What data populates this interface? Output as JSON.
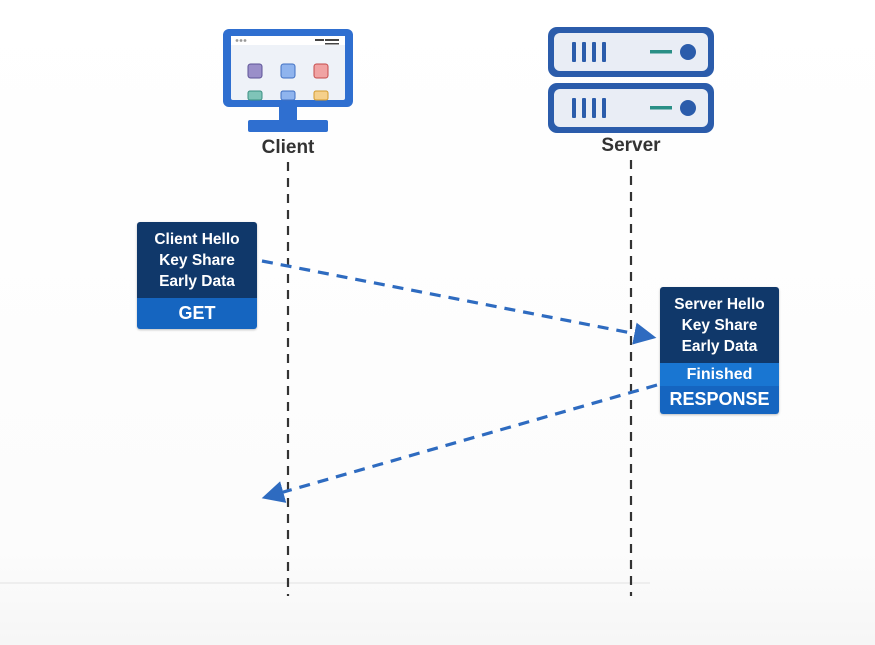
{
  "actors": {
    "client": {
      "label": "Client"
    },
    "server": {
      "label": "Server"
    }
  },
  "client_message": {
    "lines": [
      "Client Hello",
      "Key Share",
      "Early Data"
    ],
    "action": "GET"
  },
  "server_message": {
    "lines": [
      "Server Hello",
      "Key Share",
      "Early Data"
    ],
    "finished": "Finished",
    "action": "RESPONSE"
  },
  "colors": {
    "navy": "#10386a",
    "blue": "#1565c0",
    "arrow": "#2e6bc0",
    "lifeline": "#333333",
    "monitor": "#2f6fd0"
  },
  "icons": {
    "client": "desktop-monitor-icon",
    "server": "server-rack-icon"
  }
}
